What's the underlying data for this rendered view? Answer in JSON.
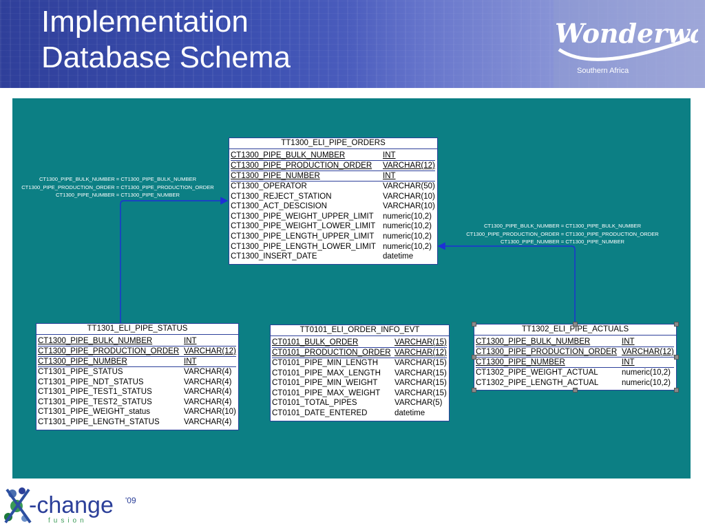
{
  "header": {
    "title_line1": "Implementation",
    "title_line2": "Database Schema",
    "logo_text": "Wonderware",
    "logo_subtitle": "Southern Africa"
  },
  "colors": {
    "banner": "#3b4fb0",
    "canvas": "#0c7f84",
    "table_border": "#2b3f99",
    "connector": "#1e2fd6"
  },
  "tables": {
    "orders": {
      "name": "TT1300_ELI_PIPE_ORDERS",
      "rows": [
        {
          "col": "CT1300_PIPE_BULK_NUMBER",
          "type": "INT",
          "key": true
        },
        {
          "col": "CT1300_PIPE_PRODUCTION_ORDER",
          "type": "VARCHAR(12)",
          "key": true
        },
        {
          "col": "CT1300_PIPE_NUMBER",
          "type": "INT",
          "key": true
        },
        {
          "col": "CT1300_OPERATOR",
          "type": "VARCHAR(50)",
          "key": false
        },
        {
          "col": "CT1300_REJECT_STATION",
          "type": "VARCHAR(10)",
          "key": false
        },
        {
          "col": "CT1300_ACT_DESCISION",
          "type": "VARCHAR(10)",
          "key": false
        },
        {
          "col": "CT1300_PIPE_WEIGHT_UPPER_LIMIT",
          "type": "numeric(10,2)",
          "key": false
        },
        {
          "col": "CT1300_PIPE_WEIGHT_LOWER_LIMIT",
          "type": "numeric(10,2)",
          "key": false
        },
        {
          "col": "CT1300_PIPE_LENGTH_UPPER_LIMIT",
          "type": "numeric(10,2)",
          "key": false
        },
        {
          "col": "CT1300_PIPE_LENGTH_LOWER_LIMIT",
          "type": "numeric(10,2)",
          "key": false
        },
        {
          "col": "CT1300_INSERT_DATE",
          "type": "datetime",
          "key": false
        }
      ]
    },
    "status": {
      "name": "TT1301_ELI_PIPE_STATUS",
      "rows": [
        {
          "col": "CT1300_PIPE_BULK_NUMBER",
          "type": "INT",
          "key": true
        },
        {
          "col": "CT1300_PIPE_PRODUCTION_ORDER",
          "type": "VARCHAR(12)",
          "key": true
        },
        {
          "col": "CT1300_PIPE_NUMBER",
          "type": "INT",
          "key": true
        },
        {
          "col": "CT1301_PIPE_STATUS",
          "type": "VARCHAR(4)",
          "key": false
        },
        {
          "col": "CT1301_PIPE_NDT_STATUS",
          "type": "VARCHAR(4)",
          "key": false
        },
        {
          "col": "CT1301_PIPE_TEST1_STATUS",
          "type": "VARCHAR(4)",
          "key": false
        },
        {
          "col": "CT1301_PIPE_TEST2_STATUS",
          "type": "VARCHAR(4)",
          "key": false
        },
        {
          "col": "CT1301_PIPE_WEIGHT_status",
          "type": "VARCHAR(10)",
          "key": false
        },
        {
          "col": "CT1301_PIPE_LENGTH_STATUS",
          "type": "VARCHAR(4)",
          "key": false
        }
      ]
    },
    "order_info": {
      "name": "TT0101_ELI_ORDER_INFO_EVT",
      "rows": [
        {
          "col": "CT0101_BULK_ORDER",
          "type": "VARCHAR(15)",
          "key": true
        },
        {
          "col": "CT0101_PRODUCTION_ORDER",
          "type": "VARCHAR(12)",
          "key": true
        },
        {
          "col": "CT0101_PIPE_MIN_LENGTH",
          "type": "VARCHAR(15)",
          "key": false
        },
        {
          "col": "CT0101_PIPE_MAX_LENGTH",
          "type": "VARCHAR(15)",
          "key": false
        },
        {
          "col": "CT0101_PIPE_MIN_WEIGHT",
          "type": "VARCHAR(15)",
          "key": false
        },
        {
          "col": "CT0101_PIPE_MAX_WEIGHT",
          "type": "VARCHAR(15)",
          "key": false
        },
        {
          "col": "CT0101_TOTAL_PIPES",
          "type": "VARCHAR(5)",
          "key": false
        },
        {
          "col": "CT0101_DATE_ENTERED",
          "type": "datetime",
          "key": false
        }
      ]
    },
    "actuals": {
      "name": "TT1302_ELI_PIPE_ACTUALS",
      "rows": [
        {
          "col": "CT1300_PIPE_BULK_NUMBER",
          "type": "INT",
          "key": true
        },
        {
          "col": "CT1300_PIPE_PRODUCTION_ORDER",
          "type": "VARCHAR(12)",
          "key": true
        },
        {
          "col": "CT1300_PIPE_NUMBER",
          "type": "INT",
          "key": true
        },
        {
          "col": "CT1302_PIPE_WEIGHT_ACTUAL",
          "type": "numeric(10,2)",
          "key": false
        },
        {
          "col": "CT1302_PIPE_LENGTH_ACTUAL",
          "type": "numeric(10,2)",
          "key": false
        }
      ]
    }
  },
  "relations": {
    "left": [
      "CT1300_PIPE_BULK_NUMBER = CT1300_PIPE_BULK_NUMBER",
      "CT1300_PIPE_PRODUCTION_ORDER = CT1300_PIPE_PRODUCTION_ORDER",
      "CT1300_PIPE_NUMBER = CT1300_PIPE_NUMBER"
    ],
    "right": [
      "CT1300_PIPE_BULK_NUMBER = CT1300_PIPE_BULK_NUMBER",
      "CT1300_PIPE_PRODUCTION_ORDER = CT1300_PIPE_PRODUCTION_ORDER",
      "CT1300_PIPE_NUMBER = CT1300_PIPE_NUMBER"
    ]
  },
  "footer": {
    "logo_text": "-change",
    "logo_year": "'09",
    "logo_subtitle": "fusion"
  }
}
